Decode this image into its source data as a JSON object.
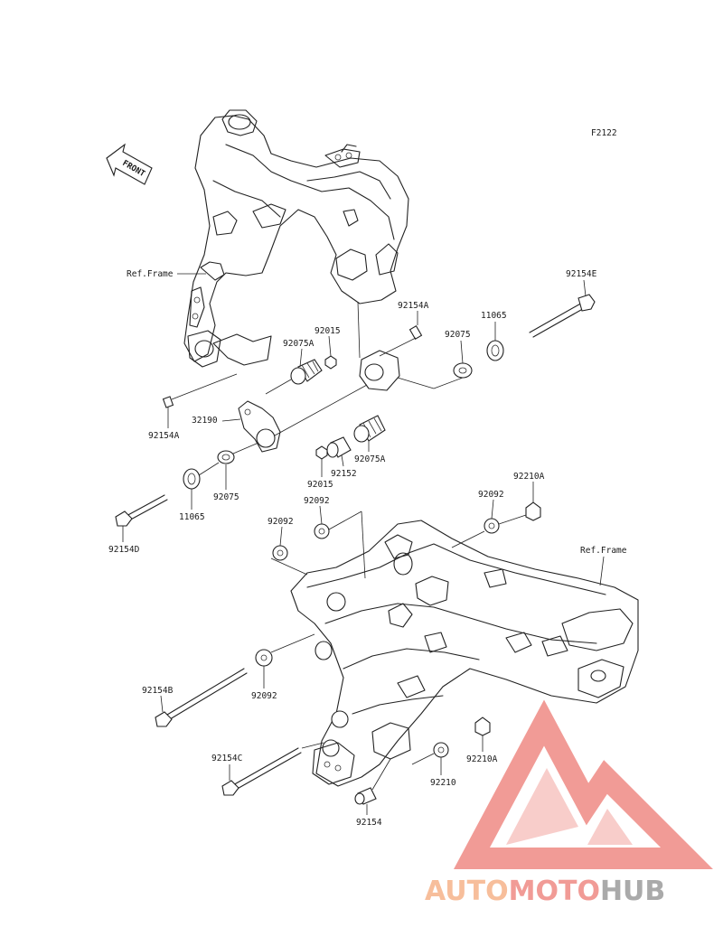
{
  "figure_code": "F2122",
  "front_label": "FRONT",
  "ref_frame_label": "Ref.Frame",
  "part_labels": {
    "p92154E": "92154E",
    "p92154A_top": "92154A",
    "p11065_right": "11065",
    "p92015_top": "92015",
    "p92075A_top": "92075A",
    "p92075_right": "92075",
    "p92154A_left": "92154A",
    "p32190": "32190",
    "p92015_mid": "92015",
    "p92152": "92152",
    "p92075A_mid": "92075A",
    "p92075_left": "92075",
    "p11065_left": "11065",
    "p92154D": "92154D",
    "p92092_a": "92092",
    "p92092_b": "92092",
    "p92092_c": "92092",
    "p92092_d": "92092",
    "p92210A_top": "92210A",
    "p92154B": "92154B",
    "p92154C": "92154C",
    "p92210": "92210",
    "p92210A_bot": "92210A",
    "p92154": "92154"
  },
  "watermark": {
    "part1": "AUTO",
    "part2": "MOTO",
    "part3": "HUB",
    "colors": {
      "orange": "#f6b38a",
      "red": "#ef8a84",
      "gray": "#9c9c9c"
    }
  }
}
